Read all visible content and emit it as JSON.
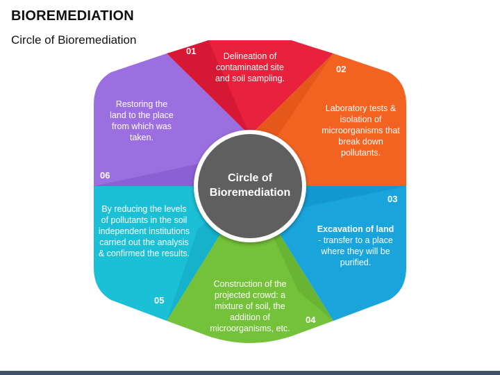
{
  "title": "BIOREMEDIATION",
  "subtitle": "Circle of Bioremediation",
  "hub": {
    "line1": "Circle of",
    "line2": "Bioremediation",
    "color": "#5f5f5f"
  },
  "segments": [
    {
      "number": "01",
      "text": "Delineation of contaminated site and soil sampling.",
      "color": "#e8213d"
    },
    {
      "number": "02",
      "text": "Laboratory tests & isolation of microorganisms that break down pollutants.",
      "color": "#f26322"
    },
    {
      "number": "03",
      "bold": "Excavation of land",
      "text": "- transfer to a place where they will be purified.",
      "color": "#1aa4dc"
    },
    {
      "number": "04",
      "text": "Construction of the projected crowd: a mixture of soil, the addition of microorganisms, etc.",
      "color": "#74c13a"
    },
    {
      "number": "05",
      "text": "By reducing the levels of pollutants in the soil independent institutions carried out the analysis & confirmed the results.",
      "color": "#1bbfd6"
    },
    {
      "number": "06",
      "text": "Restoring the land to the place from which was taken.",
      "color": "#9b6fe0"
    }
  ]
}
